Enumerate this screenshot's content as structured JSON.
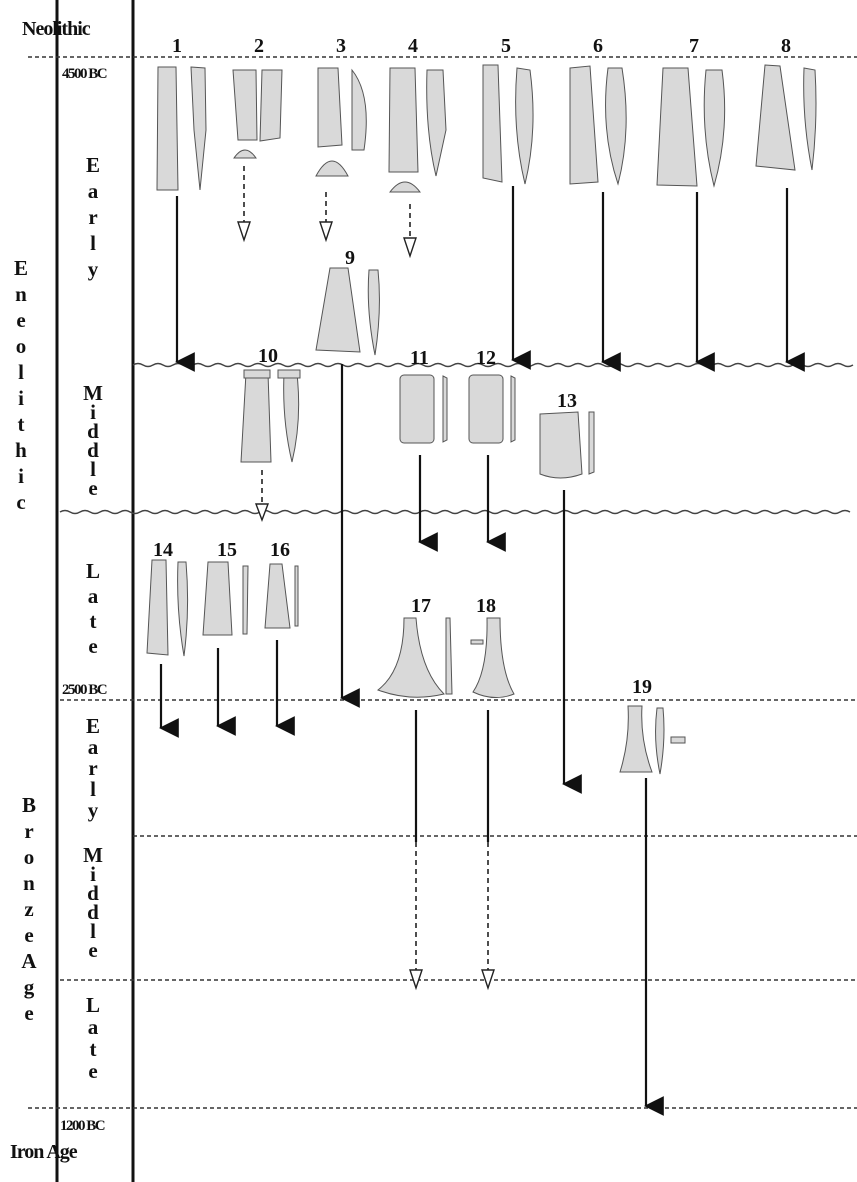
{
  "periods": {
    "neolithic": "Neolithic",
    "eneolithic": "Eneolithic",
    "bronze_age": "BronzeAge",
    "iron_age": "Iron Age"
  },
  "dates": {
    "start": "4500 BC",
    "mid": "2500 BC",
    "end": "1200 BC"
  },
  "phases": {
    "early": "Early",
    "middle": "Middle",
    "late": "Late"
  },
  "artifacts": [
    "1",
    "2",
    "3",
    "4",
    "5",
    "6",
    "7",
    "8",
    "9",
    "10",
    "11",
    "12",
    "13",
    "14",
    "15",
    "16",
    "17",
    "18",
    "19"
  ]
}
